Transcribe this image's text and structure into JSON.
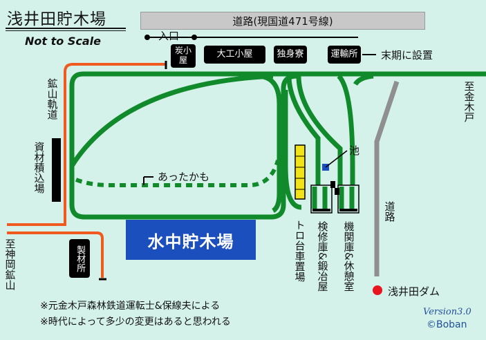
{
  "title": "浅井田貯木場",
  "subtitle": "Not to Scale",
  "road_top": "道路(現国道471号線)",
  "entrance": "入口",
  "buildings": {
    "charcoal": "炭小屋",
    "carpenter": "大工小屋",
    "dormitory": "独身寮",
    "transport_office": "運輸所"
  },
  "transport_note": "末期に設置",
  "kinomoto_direction": "至金木戸",
  "mine_track": "鉱山軌道",
  "material_yard": "資材積込場",
  "kamioka_direction": "至神岡鉱山",
  "factory": "製材所",
  "pond_water_area": "水中貯木場",
  "atsutakamo": "あったかも",
  "pond": "池",
  "road_right": "道路",
  "trolley_yard": "トロ台車置場",
  "repair_shed": "検修庫&鍛冶屋",
  "engine_shed": "機関庫&休憩室",
  "dam": "浅井田ダム",
  "notes": [
    "※元金木戸森林鉄道運転士&保線夫による",
    "※時代によって多少の変更はあると思われる"
  ],
  "version": "Version3.0",
  "credit": "©Boban",
  "colors": {
    "background": "#d4f2ea",
    "track": "#118a2b",
    "mine_track": "#f05a1e",
    "road": "#8f8f8f",
    "pond_blue": "#1a4fbd",
    "dam_red": "#e8141e",
    "trolley_yellow": "#f2e21a"
  }
}
